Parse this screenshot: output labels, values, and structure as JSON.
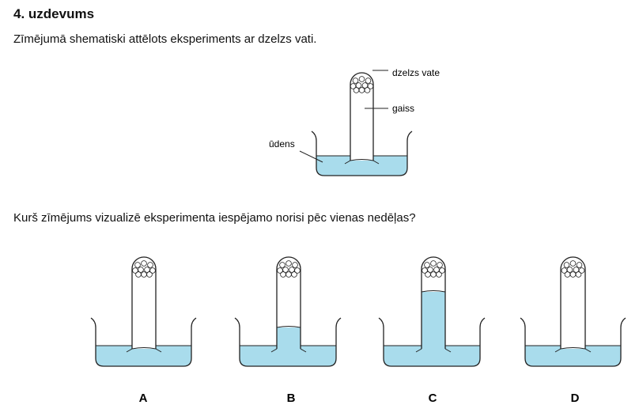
{
  "task": {
    "title": "4. uzdevums",
    "intro": "Zīmējumā shematiski attēlots eksperiments ar dzelzs vati.",
    "question": "Kurš zīmējums vizualizē eksperimenta iespējamo norisi pēc vienas nedēļas?"
  },
  "experiment": {
    "labels": {
      "iron_wool": "dzelzs vate",
      "air": "gaiss",
      "water": "ūdens"
    }
  },
  "options": [
    {
      "letter": "A",
      "tube_water_fraction": 0.0
    },
    {
      "letter": "B",
      "tube_water_fraction": 0.3
    },
    {
      "letter": "C",
      "tube_water_fraction": 0.8
    },
    {
      "letter": "D",
      "tube_water_fraction": 0.0
    }
  ],
  "colors": {
    "water": "#a9dcec",
    "line": "#222222"
  }
}
